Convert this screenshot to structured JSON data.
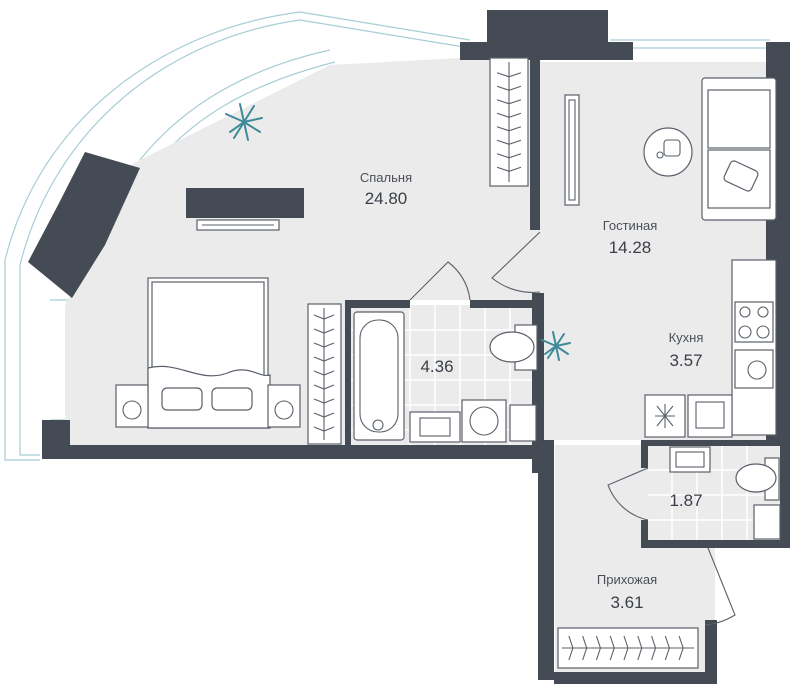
{
  "rooms": [
    {
      "id": "bedroom",
      "name": "Спальня",
      "area": "24.80"
    },
    {
      "id": "living",
      "name": "Гостиная",
      "area": "14.28"
    },
    {
      "id": "kitchen",
      "name": "Кухня",
      "area": "3.57"
    },
    {
      "id": "bathroom",
      "name": "",
      "area": "4.36"
    },
    {
      "id": "wc",
      "name": "",
      "area": "1.87"
    },
    {
      "id": "hallway",
      "name": "Прихожая",
      "area": "3.61"
    }
  ],
  "colors": {
    "wall": "#454b55",
    "floor": "#ebebec",
    "balcony_line": "#a9cdd6",
    "plant": "#3f8a98",
    "text": "#3a3f47"
  }
}
